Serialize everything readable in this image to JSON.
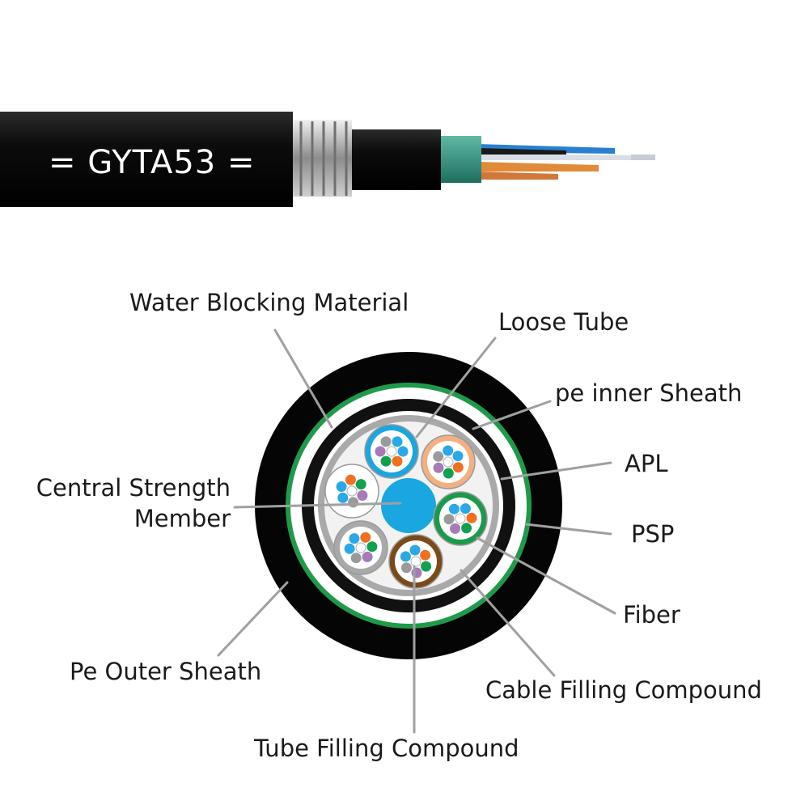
{
  "cable": {
    "model_label": "= GYTA53 ="
  },
  "labels": {
    "water_blocking_material": "Water Blocking Material",
    "loose_tube": "Loose Tube",
    "pe_inner_sheath": "pe inner Sheath",
    "apl": "APL",
    "psp": "PSP",
    "central_strength_member_line1": "Central Strength",
    "central_strength_member_line2": "Member",
    "fiber": "Fiber",
    "pe_outer_sheath": "Pe Outer Sheath",
    "cable_filling_compound": "Cable Filling Compound",
    "tube_filling_compound": "Tube Filling Compound"
  },
  "colors": {
    "outer_sheath": "#050505",
    "psp_ring": "#1f9a4a",
    "apl_ring": "#111111",
    "inner_gray_ring": "#a9a9a9",
    "filling": "#f2f2f2",
    "central_member": "#1aa6e0",
    "fiber_blue": "#2aa8e8",
    "fiber_orange": "#f07020",
    "fiber_green": "#12a050",
    "fiber_purple": "#a77ab8",
    "fiber_gray": "#9a9a9a",
    "leader_line": "#a0a0a0"
  },
  "loose_tubes": [
    {
      "color": "#1aa6e0"
    },
    {
      "color": "#f2b080"
    },
    {
      "color": "#1a9a4a"
    },
    {
      "color": "#7a4a1a"
    },
    {
      "color": "#a9a9a9"
    },
    {
      "color": "#ffffff"
    }
  ]
}
